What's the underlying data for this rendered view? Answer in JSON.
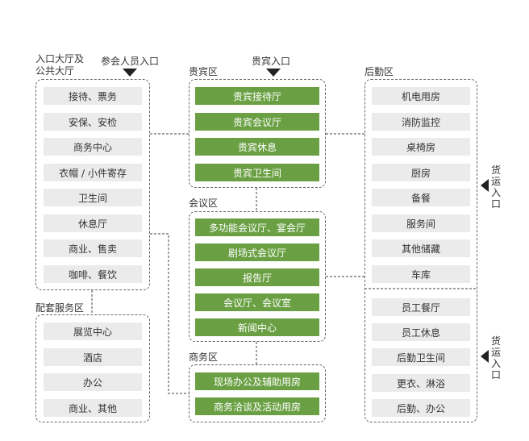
{
  "public_hall": {
    "title_line1": "入口大厅及",
    "title_line2": "公共大厅",
    "entrance": "参会人员入口",
    "items": [
      "接待、票务",
      "安保、安检",
      "商务中心",
      "衣帽 / 小件寄存",
      "卫生间",
      "休息厅",
      "商业、售卖",
      "咖啡、餐饮"
    ]
  },
  "support_zone": {
    "title": "配套服务区",
    "items": [
      "展览中心",
      "酒店",
      "办公",
      "商业、其他"
    ]
  },
  "vip_zone": {
    "title": "贵宾区",
    "entrance": "贵宾入口",
    "items": [
      "贵宾接待厅",
      "贵宾会议厅",
      "贵宾休息",
      "贵宾卫生间"
    ]
  },
  "meeting_zone": {
    "title": "会议区",
    "items": [
      "多功能会议厅、宴会厅",
      "剧场式会议厅",
      "报告厅",
      "会议厅、会议室",
      "新闻中心"
    ]
  },
  "business_zone": {
    "title": "商务区",
    "items": [
      "现场办公及辅助用房",
      "商务洽谈及活动用房"
    ]
  },
  "logistics_zone": {
    "title": "后勤区",
    "items_upper": [
      "机电用房",
      "消防监控",
      "桌椅房",
      "厨房",
      "备餐",
      "服务间",
      "其他储藏",
      "车库"
    ],
    "items_lower": [
      "员工餐厅",
      "员工休息",
      "后勤卫生间",
      "更衣、淋浴",
      "后勤、办公"
    ],
    "cargo_entrance_1": "货运入口",
    "cargo_entrance_2": "货运入口"
  },
  "colors": {
    "green": "#6aa043",
    "grey_box": "#ebebeb",
    "border": "#666666"
  }
}
